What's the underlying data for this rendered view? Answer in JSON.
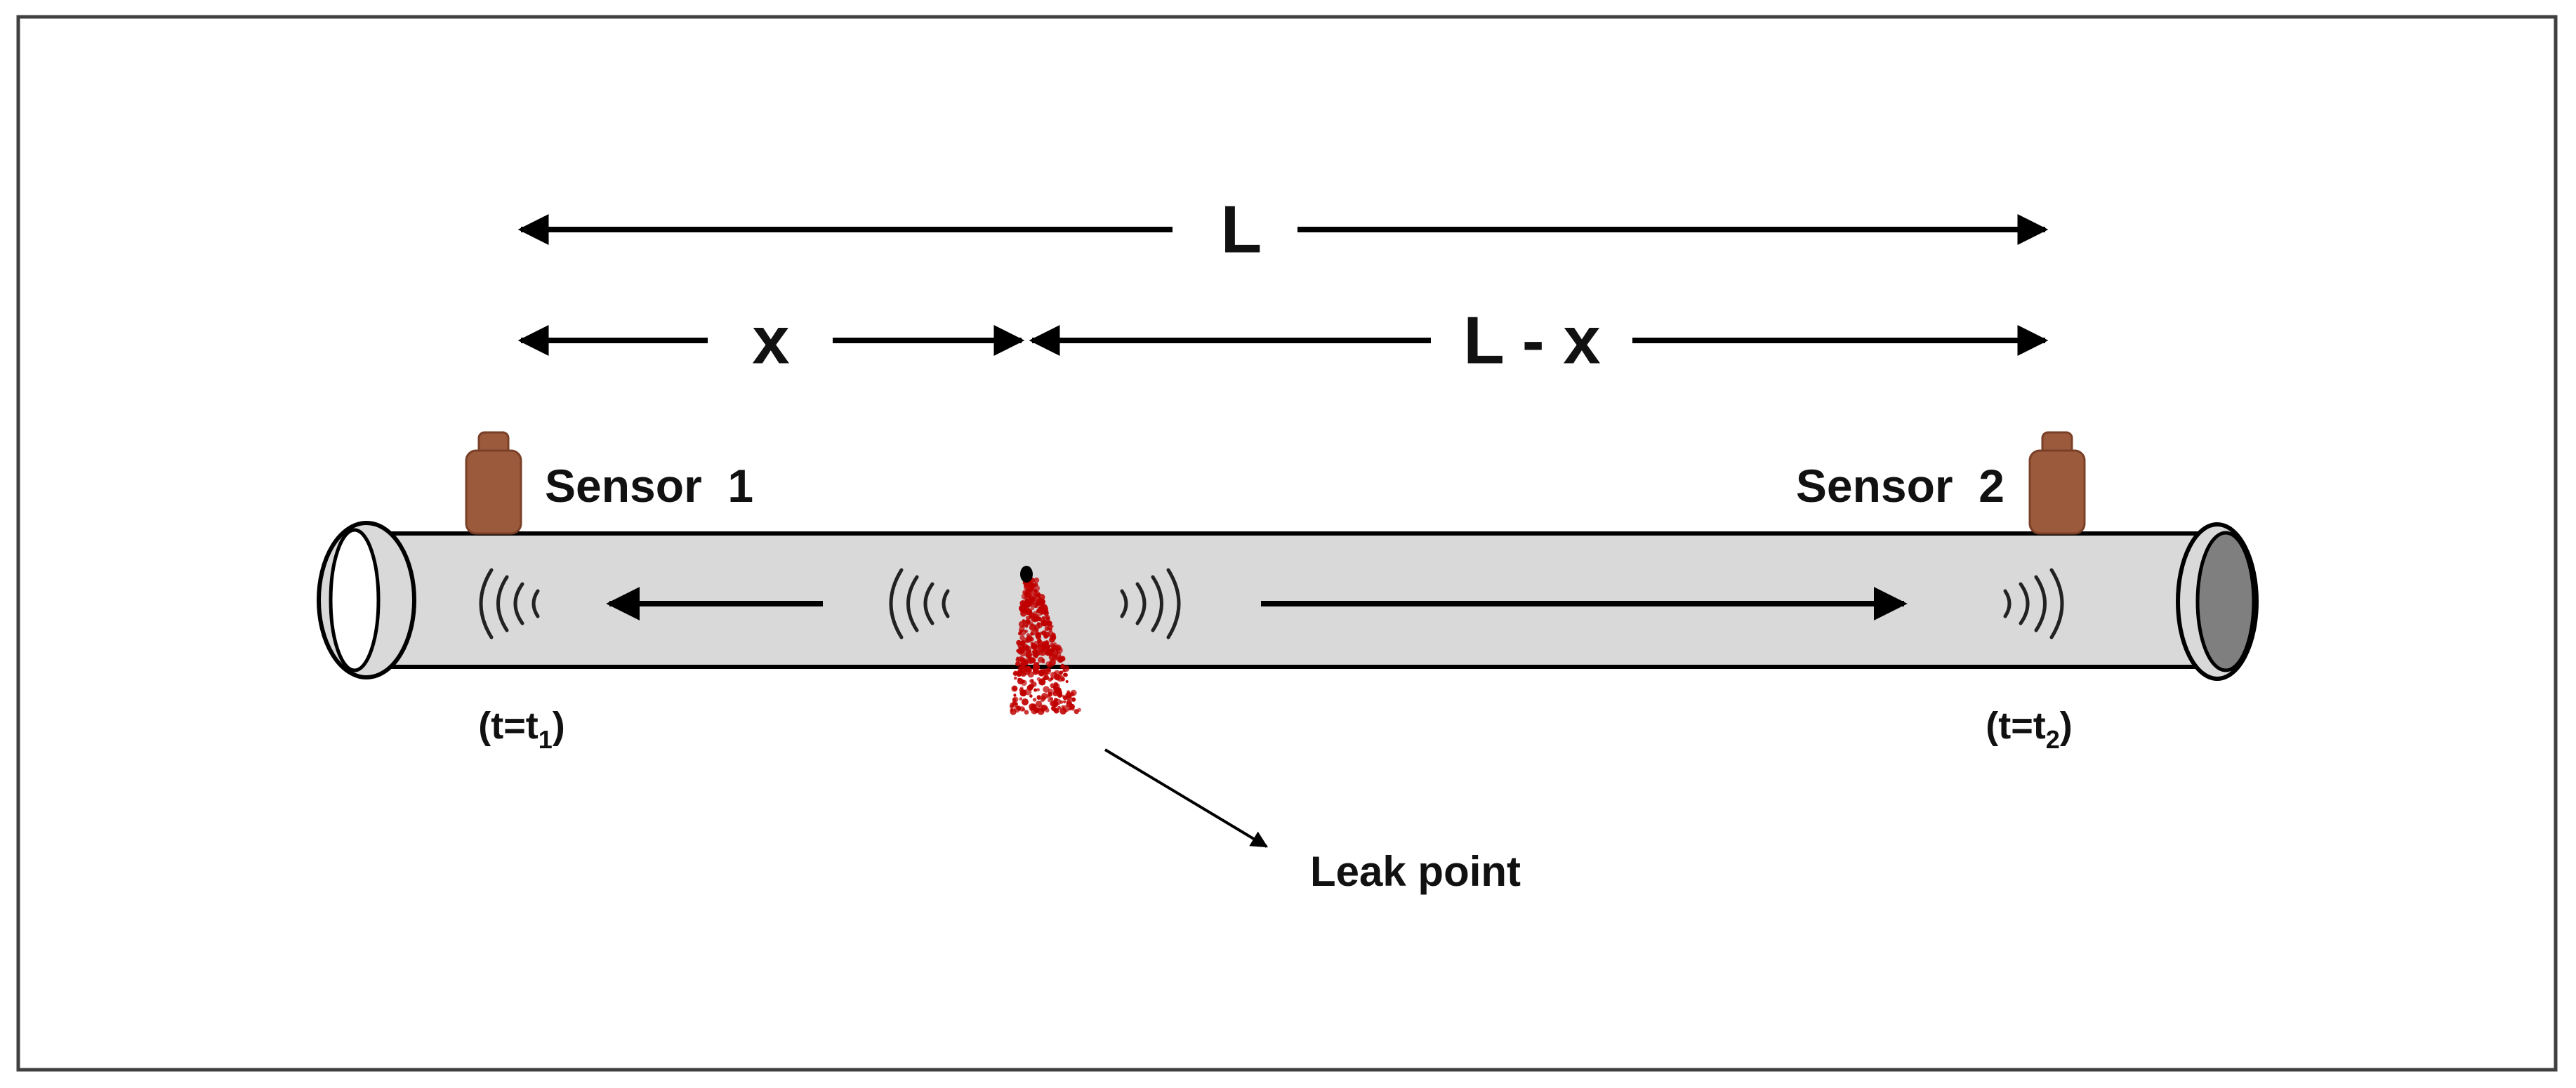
{
  "diagram": {
    "dimensions": {
      "total_label": "L",
      "left_segment_label": "x",
      "right_segment_label": "L - x"
    },
    "sensors": [
      {
        "label": "Sensor  1",
        "time_prefix": "(t=t",
        "time_sub": "1",
        "time_suffix": ")"
      },
      {
        "label": "Sensor  2",
        "time_prefix": "(t=t",
        "time_sub": "2",
        "time_suffix": ")"
      }
    ],
    "leak": {
      "label": "Leak point"
    },
    "colors": {
      "pipe_fill": "#d9d9d9",
      "pipe_stroke": "#000000",
      "pipe_end_cap": "#7f7f7f",
      "sensor_fill": "#9c5a3c",
      "sensor_stroke": "#7a4027",
      "leak_spray": "#c00000",
      "arrow": "#000000",
      "frame": "#404040"
    }
  }
}
